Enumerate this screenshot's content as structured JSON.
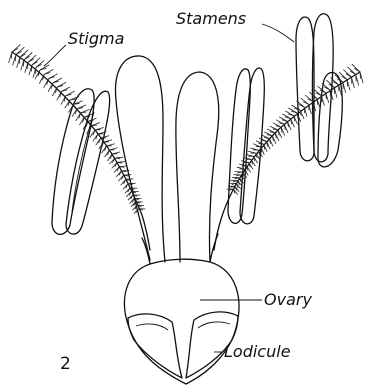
{
  "figure": {
    "number": "2",
    "labels": {
      "stigma": "Stigma",
      "stamens": "Stamens",
      "ovary": "Ovary",
      "lodicule": "Lodicule"
    }
  }
}
